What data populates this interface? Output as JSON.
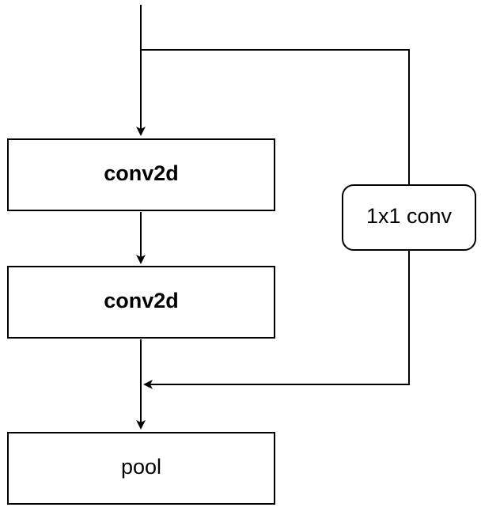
{
  "diagram": {
    "nodes": {
      "conv2d_1": {
        "label": "conv2d",
        "bold": true
      },
      "conv2d_2": {
        "label": "conv2d",
        "bold": true
      },
      "pool": {
        "label": "pool",
        "bold": false
      },
      "shortcut": {
        "label": "1x1 conv",
        "bold": false
      }
    },
    "colors": {
      "stroke": "#000000",
      "fill": "#ffffff",
      "text": "#000000"
    }
  }
}
